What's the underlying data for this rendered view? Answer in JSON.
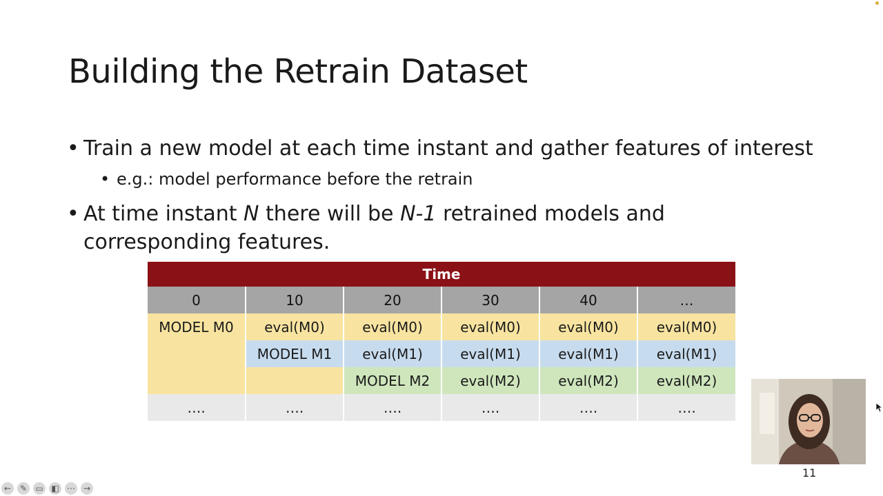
{
  "slide": {
    "title": "Building the Retrain Dataset",
    "bullet1": "Train a new model at each time instant and gather features of interest",
    "sub_bullet1": "e.g.:  model performance before the retrain",
    "bullet2_pre": "At time instant ",
    "bullet2_n": "N",
    "bullet2_mid": " there will be ",
    "bullet2_n1": "N-1",
    "bullet2_post": " retrained models and",
    "bullet2_line2": "corresponding features.",
    "page_number": "11"
  },
  "table": {
    "header": "Time",
    "ticks": [
      "0",
      "10",
      "20",
      "30",
      "40",
      "…"
    ],
    "rows": [
      [
        "MODEL M0",
        "eval(M0)",
        "eval(M0)",
        "eval(M0)",
        "eval(M0)",
        "eval(M0)"
      ],
      [
        "",
        "MODEL M1",
        "eval(M1)",
        "eval(M1)",
        "eval(M1)",
        "eval(M1)"
      ],
      [
        "",
        "",
        "MODEL M2",
        "eval(M2)",
        "eval(M2)",
        "eval(M2)"
      ],
      [
        "….",
        "….",
        "….",
        "….",
        "….",
        "…."
      ]
    ]
  },
  "colors": {
    "header": "#8a1115",
    "ticks": "#a5a5a5",
    "model0": "#f8e4a0",
    "model1": "#c7dbee",
    "model2": "#cfe6bd",
    "filler": "#e9e9e9"
  },
  "toolbar": {
    "icons": [
      "back-arrow-icon",
      "pen-icon",
      "captions-icon",
      "camera-off-icon",
      "more-icon",
      "forward-arrow-icon"
    ]
  }
}
